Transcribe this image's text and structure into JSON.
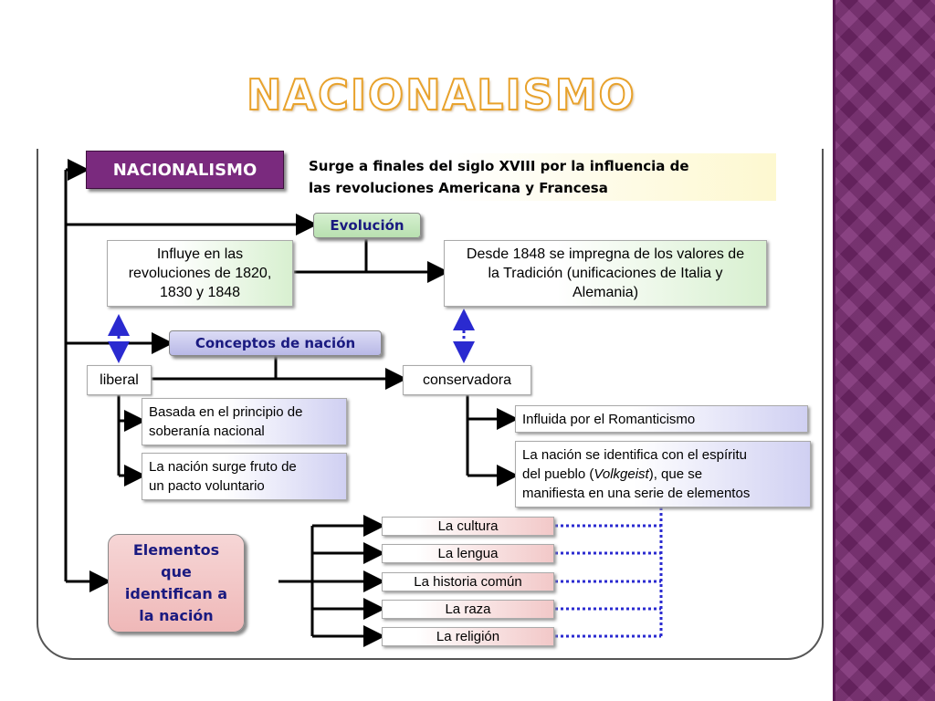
{
  "title": "NACIONALISMO",
  "diagram": {
    "root": "NACIONALISMO",
    "intro_line1": "Surge a finales del siglo XVIII por la influencia de",
    "intro_line2": "las revoluciones Americana y Francesa",
    "evolucion": {
      "label": "Evolución",
      "left": [
        "Influye en las",
        "revoluciones de 1820,",
        "1830 y 1848"
      ],
      "right": [
        "Desde 1848 se impregna de los valores de",
        "la Tradición (unificaciones de Italia y",
        "Alemania)"
      ]
    },
    "conceptos": {
      "label": "Conceptos de nación",
      "liberal": {
        "label": "liberal",
        "items": [
          [
            "Basada en el principio de",
            "soberanía nacional"
          ],
          [
            "La nación surge fruto de",
            "un pacto voluntario"
          ]
        ]
      },
      "conservadora": {
        "label": "conservadora",
        "item1": "Influida por el Romanticismo",
        "item2_line1": "La nación se identifica con el espíritu",
        "item2_pre": "del pueblo (",
        "item2_italic": "Volkgeist",
        "item2_post": "), que se",
        "item2_line3": "manifiesta en una serie de elementos"
      }
    },
    "elementos": {
      "label": [
        "Elementos",
        "que",
        "identifican a",
        "la nación"
      ],
      "items": [
        "La cultura",
        "La lengua",
        "La historia común",
        "La raza",
        "La religión"
      ]
    }
  }
}
